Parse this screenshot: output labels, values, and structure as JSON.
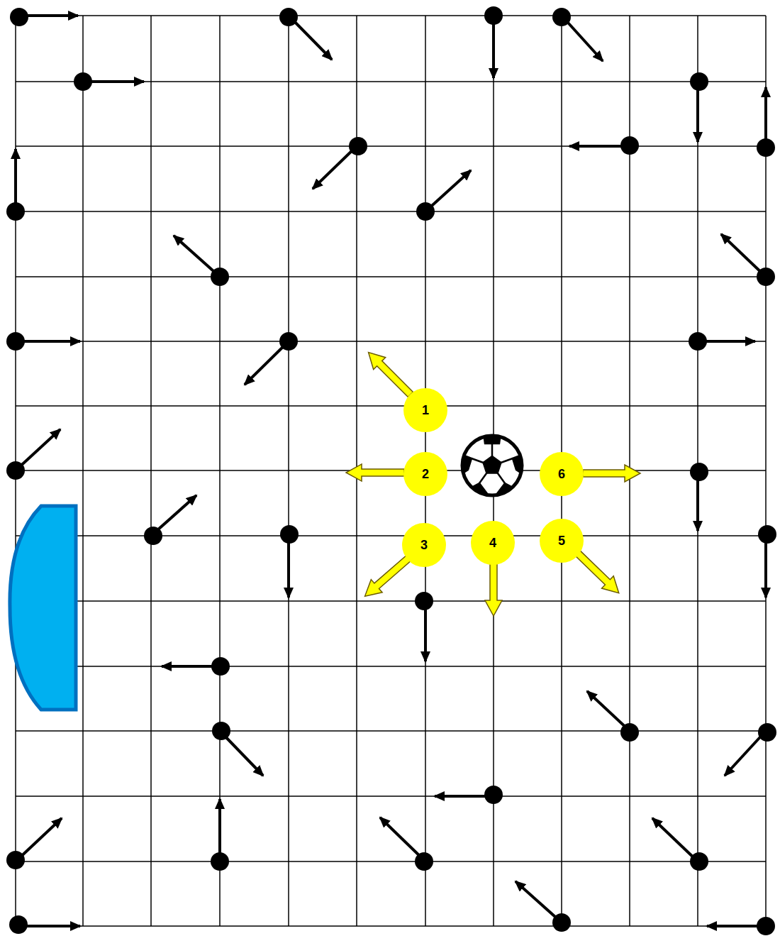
{
  "diagram": {
    "nodes": [
      {
        "text": [
          "1"
        ]
      },
      {
        "text": [
          "2"
        ]
      },
      {
        "text": [
          "6"
        ]
      },
      {
        "text": [
          "3"
        ]
      },
      {
        "text": [
          "4"
        ]
      },
      {
        "text": [
          "5"
        ]
      }
    ]
  }
}
